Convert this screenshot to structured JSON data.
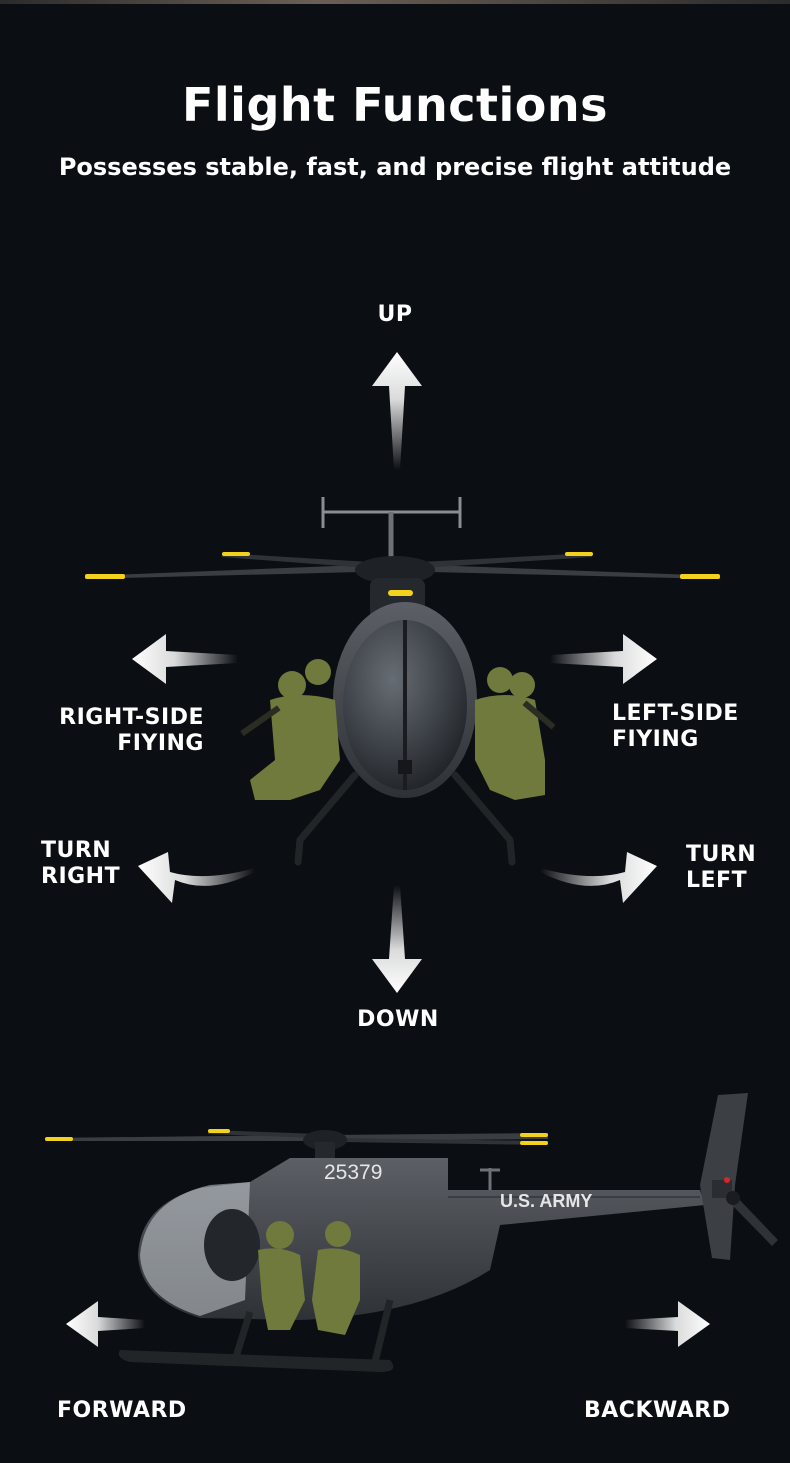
{
  "header": {
    "title": "Flight Functions",
    "subtitle": "Possesses stable, fast, and precise flight attitude"
  },
  "directions": {
    "up": "UP",
    "down": "DOWN",
    "right_side_line1": "RIGHT-SIDE",
    "right_side_line2": "FIYING",
    "left_side_line1": "LEFT-SIDE",
    "left_side_line2": "FIYING",
    "turn_right_line1": "TURN",
    "turn_right_line2": "RIGHT",
    "turn_left_line1": "TURN",
    "turn_left_line2": "LEFT",
    "forward": "FORWARD",
    "backward": "BACKWARD"
  },
  "helicopter_side": {
    "tail_number": "25379",
    "marking": "U.S. ARMY"
  },
  "colors": {
    "background": "#0b0e13",
    "text": "#ffffff",
    "arrow": "#ffffff",
    "blade_tip": "#f2d21c",
    "fuselage": "#4a4d52",
    "soldier": "#6f7a3c"
  },
  "icons": [
    "arrow-up-icon",
    "arrow-down-icon",
    "arrow-left-icon",
    "arrow-right-icon",
    "curved-arrow-turn-right-icon",
    "curved-arrow-turn-left-icon",
    "helicopter-front-view",
    "helicopter-side-view"
  ]
}
